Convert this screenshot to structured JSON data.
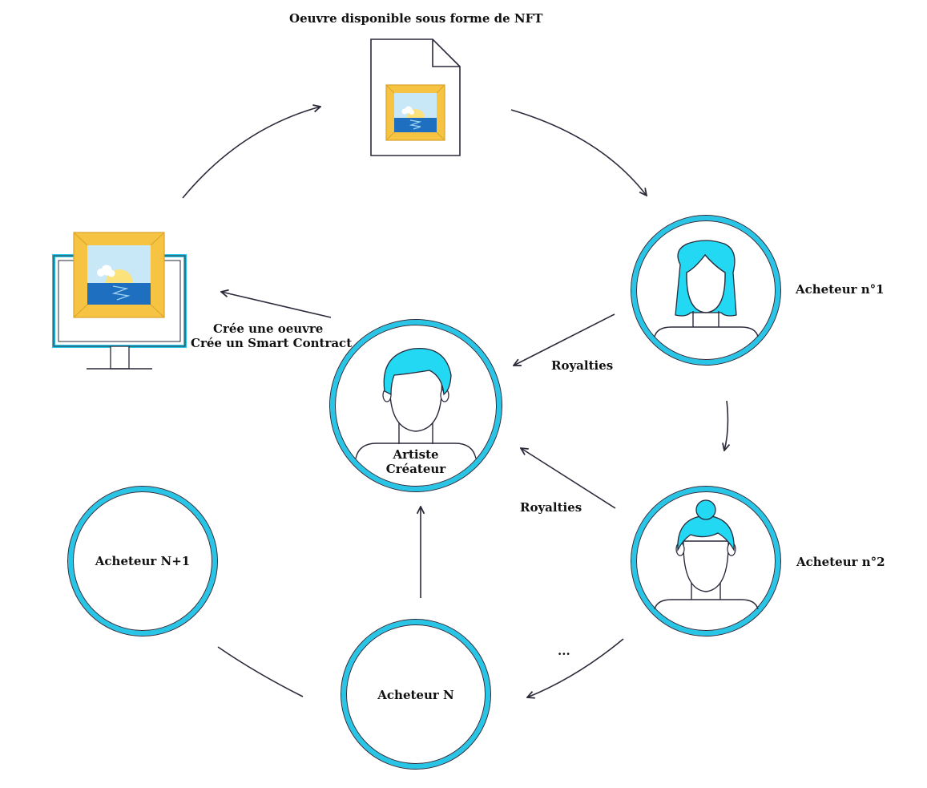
{
  "labels": {
    "nft_title": "Oeuvre disponible sous forme de NFT",
    "create_artwork": "Crée une oeuvre",
    "create_contract": "Crée un Smart Contract",
    "buyer_1": "Acheteur n°1",
    "buyer_2": "Acheteur n°2",
    "buyer_n": "Acheteur N",
    "buyer_n_plus_1": "Acheteur N+1",
    "artist_line1": "Artiste",
    "artist_line2": "Créateur",
    "royalties_1": "Royalties",
    "royalties_2": "Royalties",
    "ellipsis": "..."
  },
  "colors": {
    "accent": "#29C5E6",
    "hair": "#22D8F2",
    "frame": "#F6C343",
    "sea": "#1E6FC0",
    "sky": "#C8E8F8",
    "sun": "#FCE27A",
    "line": "#2A2A3A"
  },
  "icons": {
    "computer": "computer-with-artwork-icon",
    "nft_file": "nft-document-icon",
    "artist": "artist-avatar-icon",
    "buyer_1": "woman-avatar-icon",
    "buyer_2": "woman-bun-avatar-icon"
  }
}
